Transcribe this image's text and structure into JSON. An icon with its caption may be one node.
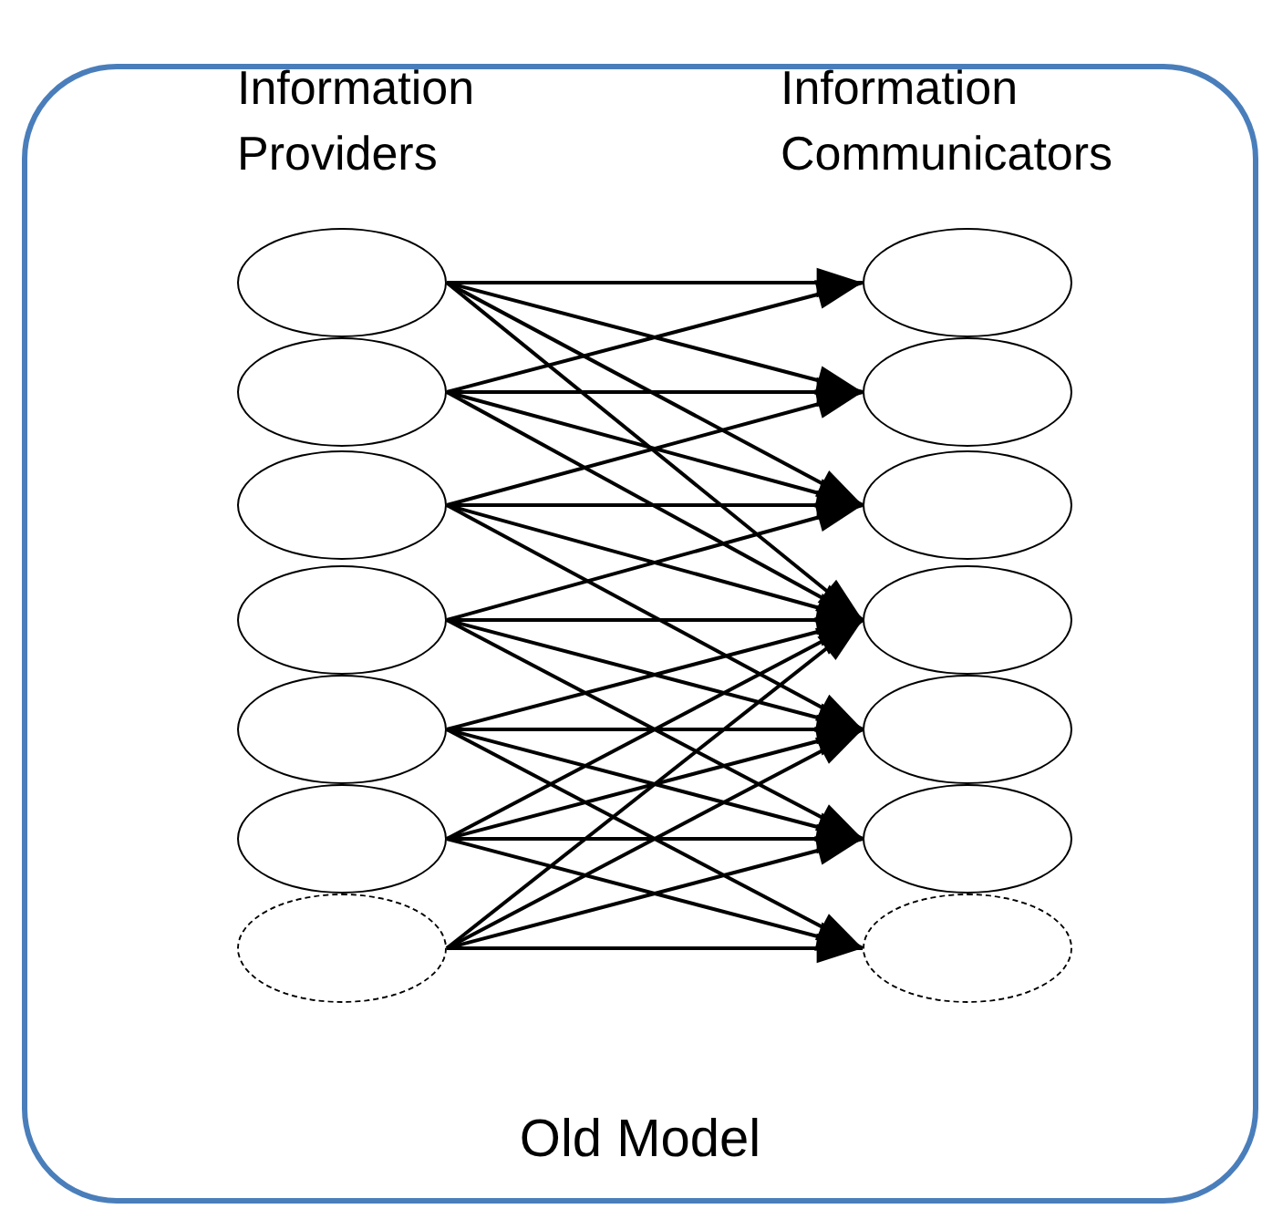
{
  "diagram": {
    "nodes": [
      {
        "text": [
          "Old Model"
        ]
      },
      {
        "text": [],
        "shape": "ellipse",
        "in": 0
      },
      {
        "text": [],
        "shape": "ellipse",
        "in": 0
      },
      {
        "text": [],
        "shape": "ellipse",
        "in": 0
      },
      {
        "text": [],
        "shape": "ellipse",
        "in": 0
      },
      {
        "text": [],
        "shape": "ellipse",
        "in": 0
      },
      {
        "text": [],
        "shape": "ellipse",
        "in": 0
      },
      {
        "text": [],
        "shape": "ellipse",
        "in": 0
      },
      {
        "text": [],
        "shape": "ellipse",
        "in": 0
      },
      {
        "text": [],
        "shape": "ellipse",
        "in": 0
      },
      {
        "text": [],
        "shape": "ellipse",
        "in": 0
      },
      {
        "text": [],
        "shape": "ellipse",
        "in": 0
      },
      {
        "text": [],
        "shape": "ellipse",
        "in": 0
      },
      {
        "text": [],
        "shape": "ellipse",
        "in": 0
      },
      {
        "text": [],
        "shape": "ellipse",
        "in": 0
      }
    ],
    "edges": [
      {
        "from": 1,
        "to": 8,
        "arrow": "to"
      },
      {
        "from": 1,
        "to": 9,
        "arrow": "to"
      },
      {
        "from": 1,
        "to": 10,
        "arrow": "to"
      },
      {
        "from": 1,
        "to": 11,
        "arrow": "to"
      },
      {
        "from": 2,
        "to": 8,
        "arrow": "to"
      },
      {
        "from": 2,
        "to": 9,
        "arrow": "to"
      },
      {
        "from": 2,
        "to": 10,
        "arrow": "to"
      },
      {
        "from": 2,
        "to": 11,
        "arrow": "to"
      },
      {
        "from": 3,
        "to": 9,
        "arrow": "to"
      },
      {
        "from": 3,
        "to": 10,
        "arrow": "to"
      },
      {
        "from": 3,
        "to": 11,
        "arrow": "to"
      },
      {
        "from": 3,
        "to": 12,
        "arrow": "to"
      },
      {
        "from": 4,
        "to": 10,
        "arrow": "to"
      },
      {
        "from": 4,
        "to": 11,
        "arrow": "to"
      },
      {
        "from": 4,
        "to": 12,
        "arrow": "to"
      },
      {
        "from": 4,
        "to": 13,
        "arrow": "to"
      },
      {
        "from": 5,
        "to": 11,
        "arrow": "to"
      },
      {
        "from": 5,
        "to": 12,
        "arrow": "to"
      },
      {
        "from": 5,
        "to": 13,
        "arrow": "to"
      },
      {
        "from": 5,
        "to": 14,
        "arrow": "to"
      },
      {
        "from": 6,
        "to": 11,
        "arrow": "to"
      },
      {
        "from": 6,
        "to": 12,
        "arrow": "to"
      },
      {
        "from": 6,
        "to": 13,
        "arrow": "to"
      },
      {
        "from": 6,
        "to": 14,
        "arrow": "to"
      },
      {
        "from": 7,
        "to": 11,
        "arrow": "to"
      },
      {
        "from": 7,
        "to": 12,
        "arrow": "to"
      },
      {
        "from": 7,
        "to": 13,
        "arrow": "to"
      },
      {
        "from": 7,
        "to": 14,
        "arrow": "to"
      }
    ],
    "labels": [
      "Information Providers",
      "Information Communicators"
    ]
  }
}
